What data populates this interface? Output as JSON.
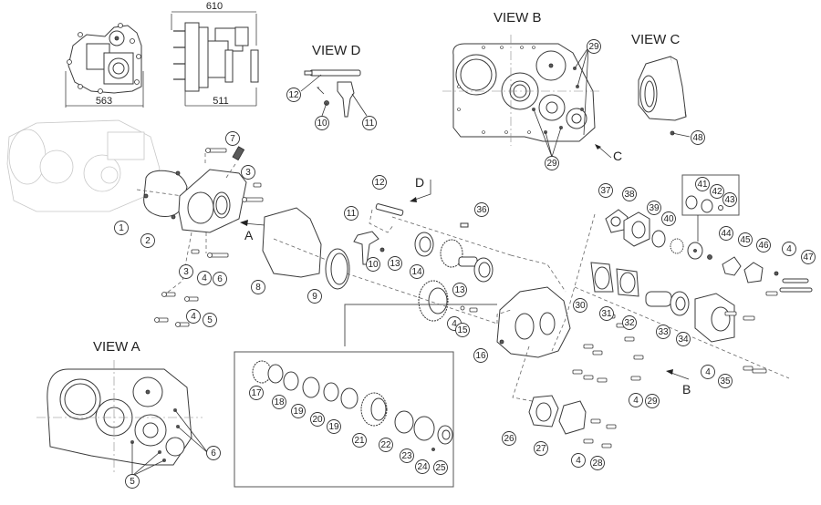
{
  "title": "Transfer case / PTO exploded parts diagram",
  "views": {
    "view_a": "VIEW A",
    "view_b": "VIEW B",
    "view_c": "VIEW C",
    "view_d": "VIEW D"
  },
  "dimensions": {
    "front_width": "563",
    "side_overall": "610",
    "side_body": "511"
  },
  "direction_arrows": {
    "a": "A",
    "b": "B",
    "c": "C",
    "d": "D"
  },
  "callouts": {
    "main": [
      "1",
      "2",
      "3",
      "3",
      "4",
      "6",
      "4",
      "5",
      "7",
      "8",
      "9",
      "10",
      "11",
      "12",
      "13",
      "14",
      "13",
      "4",
      "15",
      "16",
      "36"
    ],
    "view_d": [
      "12",
      "10",
      "11"
    ],
    "view_b": [
      "29",
      "29"
    ],
    "view_c": [
      "48"
    ],
    "view_a": [
      "5",
      "6"
    ],
    "inset": [
      "17",
      "18",
      "19",
      "20",
      "19",
      "21",
      "22",
      "23",
      "24",
      "25"
    ],
    "right_upper": [
      "37",
      "38",
      "39",
      "40",
      "41",
      "42",
      "43",
      "44",
      "45",
      "46",
      "4",
      "47"
    ],
    "right_lower": [
      "30",
      "31",
      "32",
      "33",
      "34",
      "4",
      "35"
    ],
    "bottom": [
      "4",
      "29",
      "26",
      "27",
      "4",
      "28"
    ]
  }
}
